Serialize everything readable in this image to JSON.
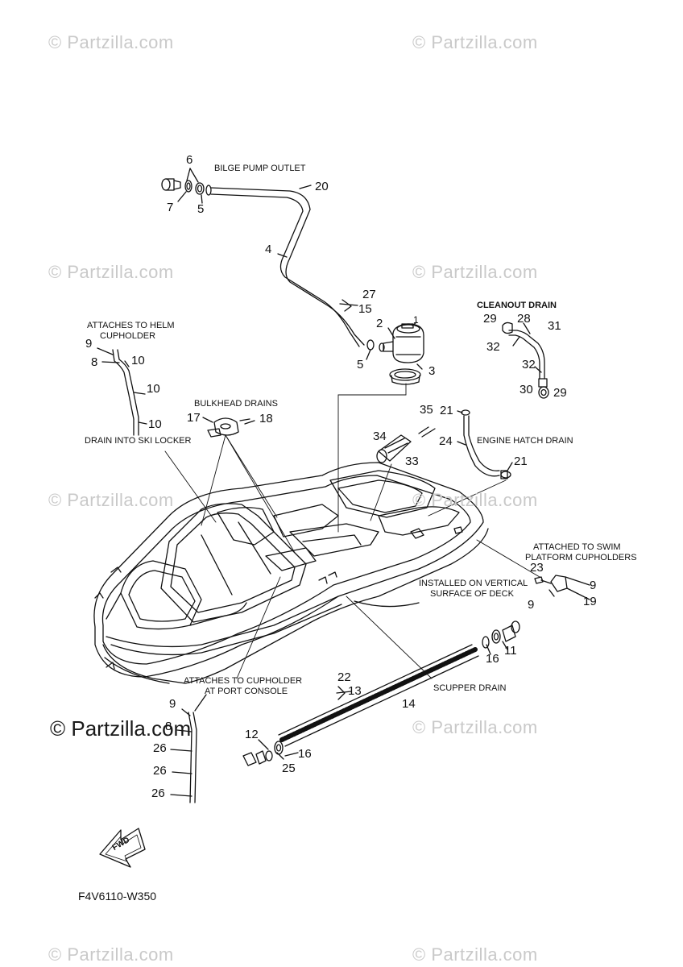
{
  "watermark": {
    "text": "© Partzilla.com",
    "main_text": "© Partzilla.com"
  },
  "labels": {
    "bilge_pump_outlet": "BILGE PUMP OUTLET",
    "cleanout_drain": "CLEANOUT DRAIN",
    "helm_cupholder_line1": "ATTACHES TO HELM",
    "helm_cupholder_line2": "CUPHOLDER",
    "bulkhead_drains": "BULKHEAD DRAINS",
    "drain_ski_locker": "DRAIN INTO SKI LOCKER",
    "engine_hatch_drain": "ENGINE HATCH DRAIN",
    "swim_platform_line1": "ATTACHED TO SWIM",
    "swim_platform_line2": "PLATFORM CUPHOLDERS",
    "vertical_surface_line1": "INSTALLED ON VERTICAL",
    "vertical_surface_line2": "SURFACE OF DECK",
    "port_console_line1": "ATTACHES TO CUPHOLDER",
    "port_console_line2": "AT PORT CONSOLE",
    "scupper_drain": "SCUPPER DRAIN",
    "fwd": "FWD",
    "diagram_code": "F4V6110-W350"
  },
  "part_numbers": {
    "p1": "1",
    "p2": "2",
    "p3": "3",
    "p4": "4",
    "p5a": "5",
    "p5b": "5",
    "p6": "6",
    "p7": "7",
    "p8a": "8",
    "p8b": "8",
    "p9a": "9",
    "p9b": "9",
    "p9c": "9",
    "p9d": "9",
    "p10a": "10",
    "p10b": "10",
    "p10c": "10",
    "p11": "11",
    "p12": "12",
    "p13": "13",
    "p14": "14",
    "p15": "15",
    "p16a": "16",
    "p16b": "16",
    "p17": "17",
    "p18": "18",
    "p19": "19",
    "p20": "20",
    "p21a": "21",
    "p21b": "21",
    "p22": "22",
    "p23": "23",
    "p24": "24",
    "p25": "25",
    "p26a": "26",
    "p26b": "26",
    "p26c": "26",
    "p27": "27",
    "p28": "28",
    "p29a": "29",
    "p29b": "29",
    "p30": "30",
    "p31": "31",
    "p32a": "32",
    "p32b": "32",
    "p33": "33",
    "p34": "34",
    "p35": "35"
  }
}
